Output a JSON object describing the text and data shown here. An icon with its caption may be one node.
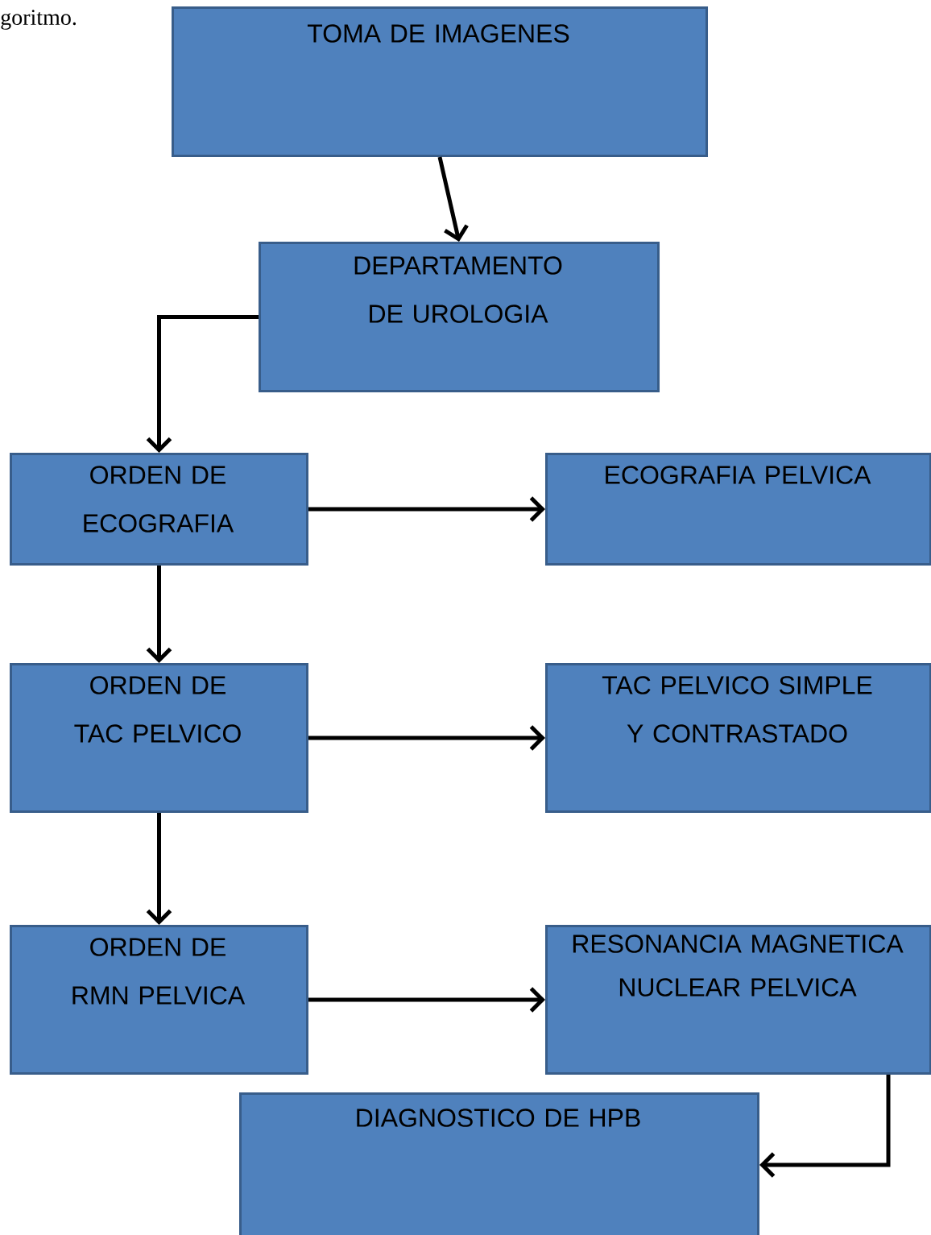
{
  "diagram": {
    "nodes": [
      {
        "text": [
          "TOMA DE IMAGENES"
        ]
      },
      {
        "text": [
          "DEPARTAMENTO DE UROLOGIA"
        ]
      },
      {
        "text": [
          "ORDEN DE ECOGRAFIA"
        ]
      },
      {
        "text": [
          "ECOGRAFIA PELVICA"
        ]
      },
      {
        "text": [
          "ORDEN DE TAC PELVICO"
        ]
      },
      {
        "text": [
          "TAC PELVICO SIMPLE Y CONTRASTADO"
        ]
      },
      {
        "text": [
          "ORDEN DE RMN PELVICA"
        ]
      },
      {
        "text": [
          "RESONANCIA MAGNETICA NUCLEAR PELVICA"
        ]
      },
      {
        "text": [
          "DIAGNOSTICO DE HPB"
        ]
      }
    ],
    "edges": [
      {
        "from": 0,
        "to": 1,
        "arrow": "to"
      },
      {
        "from": 1,
        "to": 2,
        "arrow": "to"
      },
      {
        "from": 2,
        "to": 3,
        "arrow": "to"
      },
      {
        "from": 2,
        "to": 4,
        "arrow": "to"
      },
      {
        "from": 4,
        "to": 5,
        "arrow": "to"
      },
      {
        "from": 4,
        "to": 6,
        "arrow": "to"
      },
      {
        "from": 6,
        "to": 7,
        "arrow": "to"
      },
      {
        "from": 7,
        "to": 8,
        "arrow": "to"
      }
    ],
    "labels": [
      "goritmo."
    ]
  }
}
